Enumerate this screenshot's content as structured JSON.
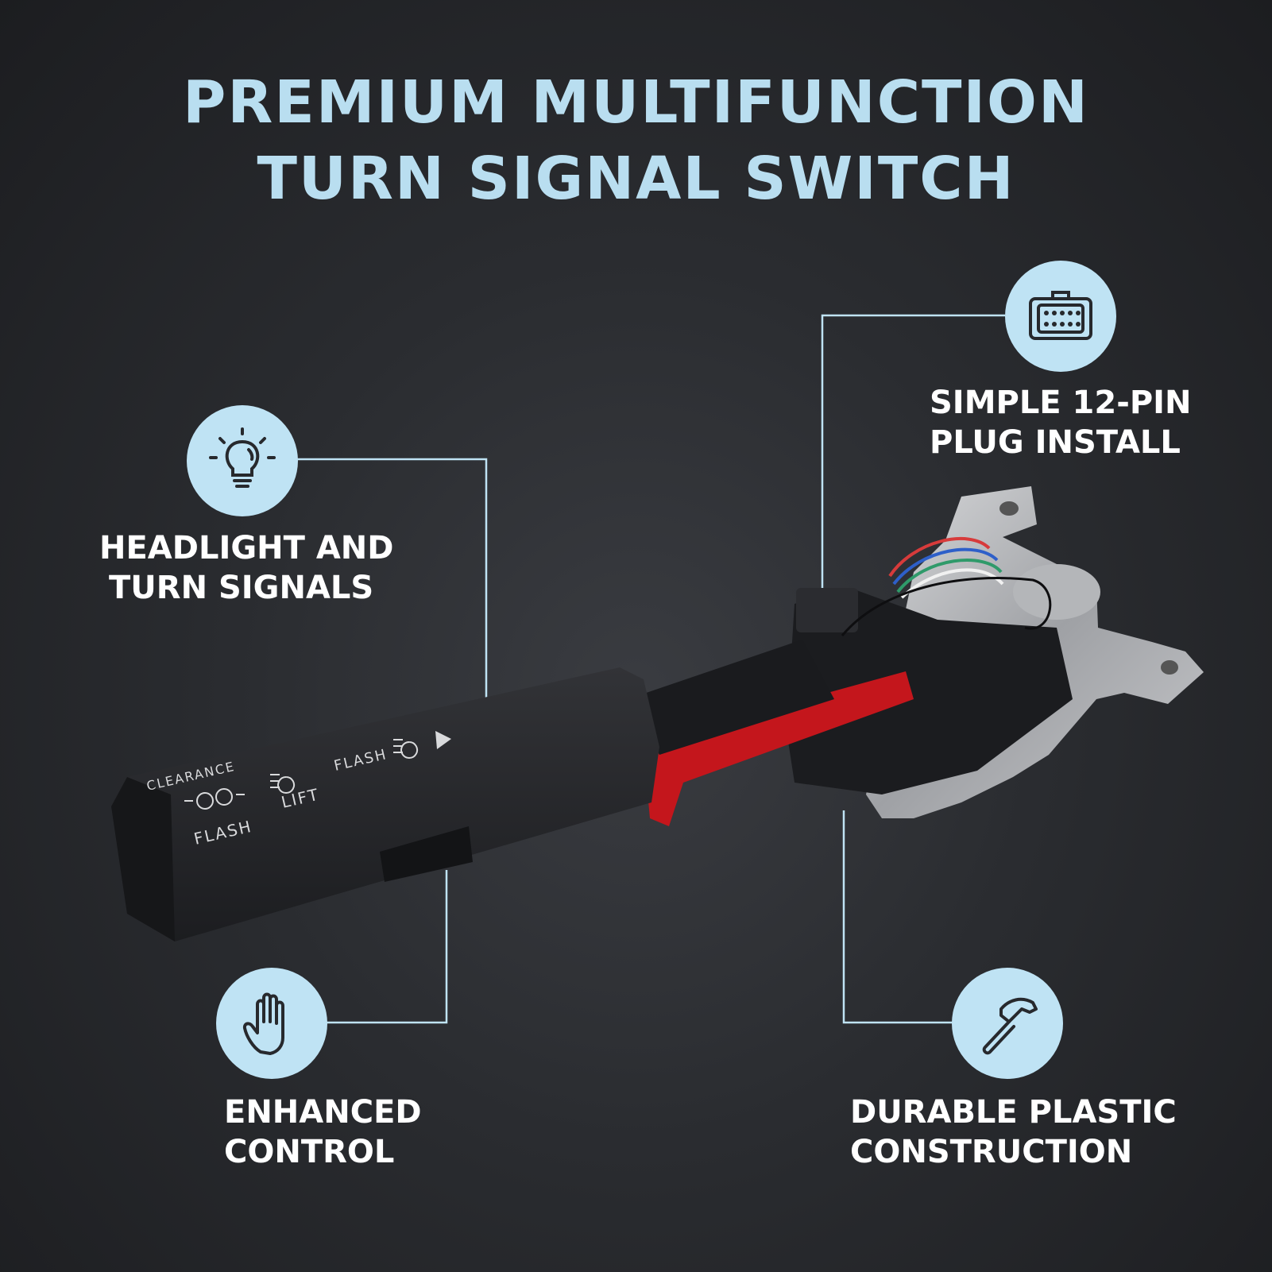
{
  "title": {
    "line1": "PREMIUM MULTIFUNCTION",
    "line2": "TURN SIGNAL SWITCH"
  },
  "colors": {
    "accent": "#bfe3f4",
    "title": "#b9def0",
    "background": "#2a2c30",
    "lever": "#232427",
    "red_tab": "#c4161c"
  },
  "features": [
    {
      "icon": "lightbulb-icon",
      "line1": "HEADLIGHT AND",
      "line2": "TURN SIGNALS"
    },
    {
      "icon": "connector-plug-icon",
      "line1": "SIMPLE 12-PIN",
      "line2": "PLUG INSTALL"
    },
    {
      "icon": "hand-icon",
      "line1": "ENHANCED",
      "line2": "CONTROL"
    },
    {
      "icon": "hammer-icon",
      "line1": "DURABLE PLASTIC",
      "line2": "CONSTRUCTION"
    }
  ],
  "lever_labels": {
    "clearance": "CLEARANCE",
    "flash_left": "FLASH",
    "lift": "LIFT",
    "flash_top": "FLASH"
  }
}
